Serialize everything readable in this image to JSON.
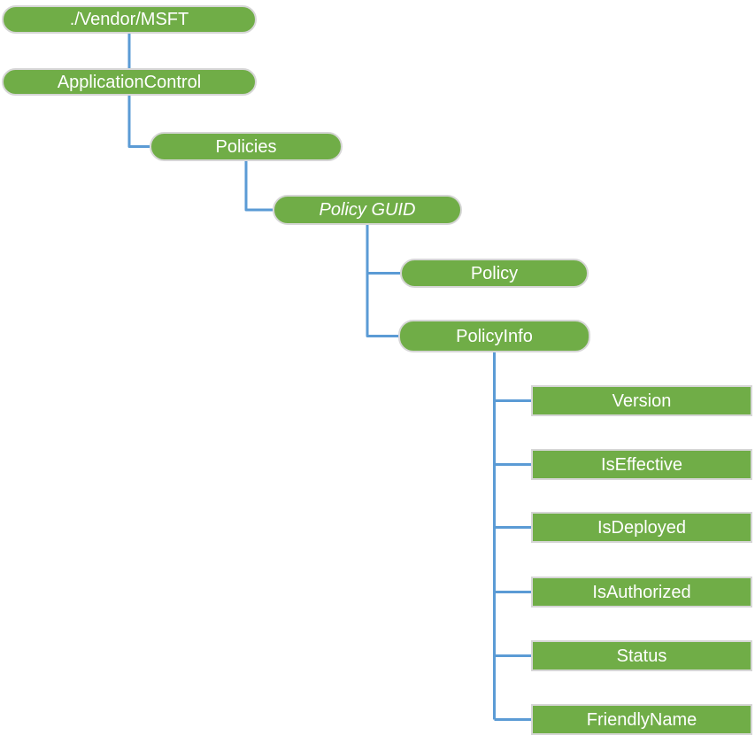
{
  "colors": {
    "node_fill": "#70ad47",
    "node_border": "#d6d6d6",
    "connector": "#5b9bd5",
    "label_text": "#ffffff",
    "canvas_bg": "#ffffff"
  },
  "tree": {
    "nodes": [
      {
        "id": "vendor-msft",
        "label": "./Vendor/MSFT",
        "shape": "pill",
        "italic": false
      },
      {
        "id": "application-control",
        "label": "ApplicationControl",
        "shape": "pill",
        "italic": false
      },
      {
        "id": "policies",
        "label": "Policies",
        "shape": "pill",
        "italic": false
      },
      {
        "id": "policy-guid",
        "label": "Policy GUID",
        "shape": "pill",
        "italic": true
      },
      {
        "id": "policy",
        "label": "Policy",
        "shape": "pill",
        "italic": false
      },
      {
        "id": "policy-info",
        "label": "PolicyInfo",
        "shape": "pill",
        "italic": false
      },
      {
        "id": "version",
        "label": "Version",
        "shape": "rect",
        "italic": false
      },
      {
        "id": "is-effective",
        "label": "IsEffective",
        "shape": "rect",
        "italic": false
      },
      {
        "id": "is-deployed",
        "label": "IsDeployed",
        "shape": "rect",
        "italic": false
      },
      {
        "id": "is-authorized",
        "label": "IsAuthorized",
        "shape": "rect",
        "italic": false
      },
      {
        "id": "status",
        "label": "Status",
        "shape": "rect",
        "italic": false
      },
      {
        "id": "friendly-name",
        "label": "FriendlyName",
        "shape": "rect",
        "italic": false
      }
    ],
    "edges": [
      {
        "from": "vendor-msft",
        "to": "application-control"
      },
      {
        "from": "application-control",
        "to": "policies"
      },
      {
        "from": "policies",
        "to": "policy-guid"
      },
      {
        "from": "policy-guid",
        "to": "policy"
      },
      {
        "from": "policy-guid",
        "to": "policy-info"
      },
      {
        "from": "policy-info",
        "to": "version"
      },
      {
        "from": "policy-info",
        "to": "is-effective"
      },
      {
        "from": "policy-info",
        "to": "is-deployed"
      },
      {
        "from": "policy-info",
        "to": "is-authorized"
      },
      {
        "from": "policy-info",
        "to": "status"
      },
      {
        "from": "policy-info",
        "to": "friendly-name"
      }
    ]
  }
}
